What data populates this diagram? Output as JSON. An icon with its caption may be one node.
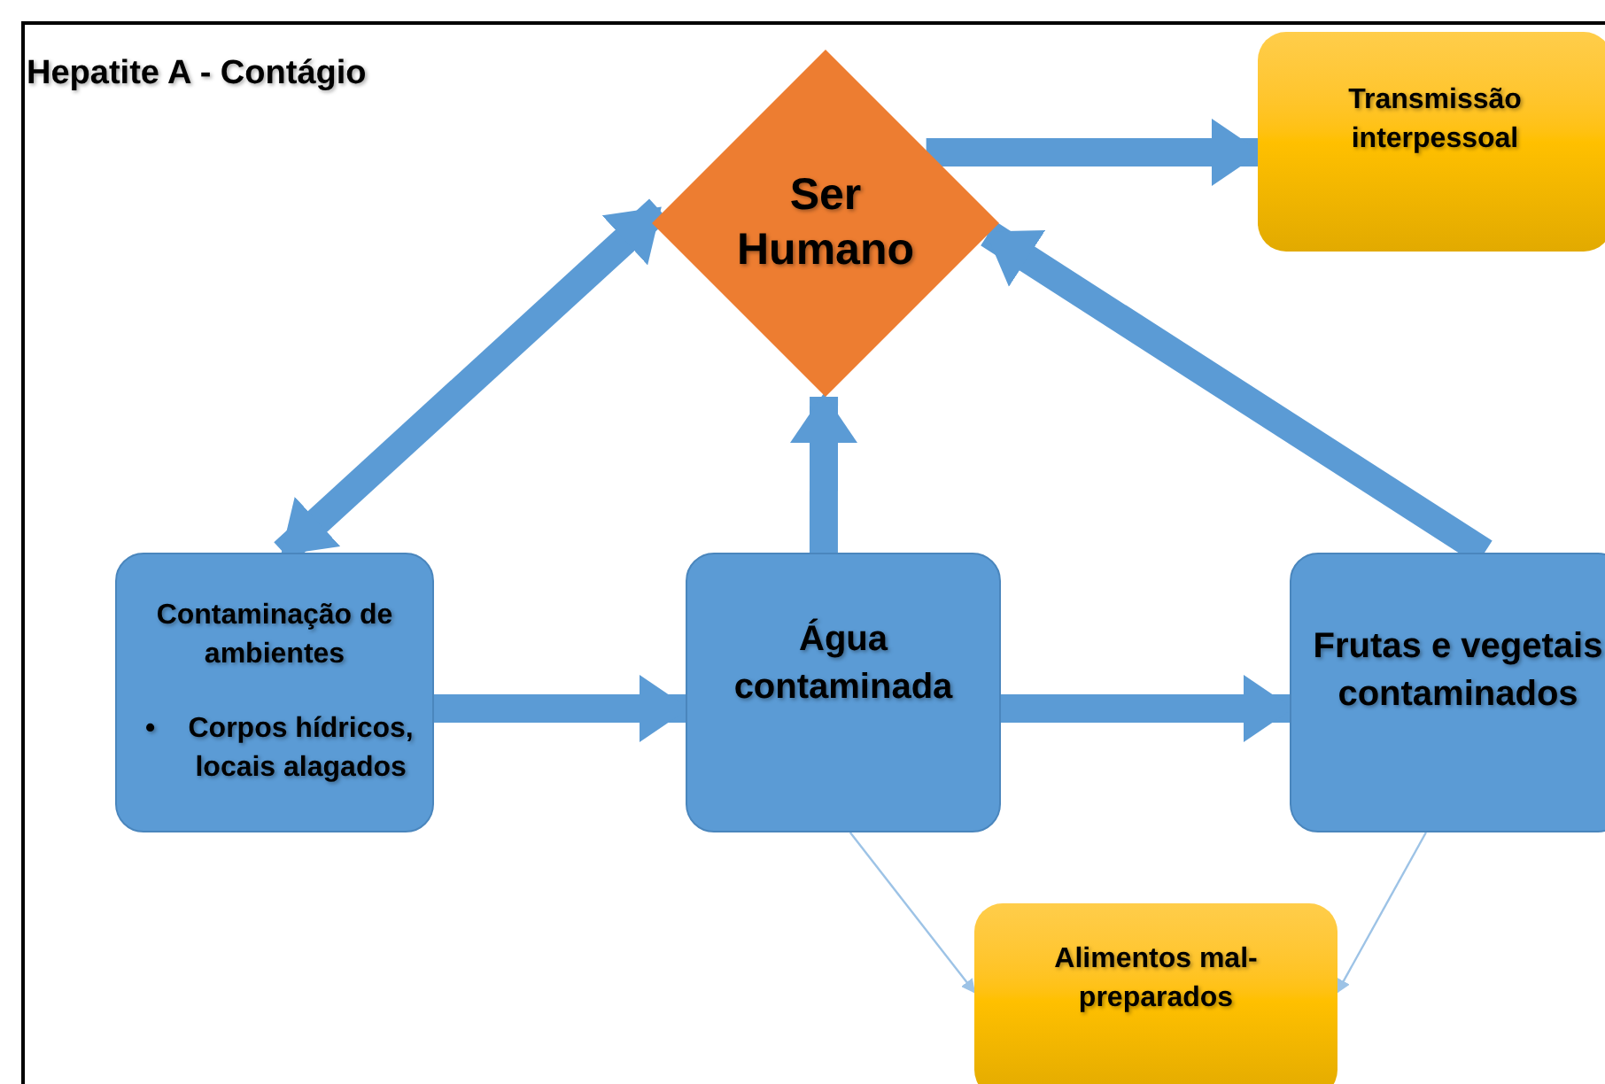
{
  "diagram": {
    "title": "Hepatite A - Contágio",
    "nodes": [
      {
        "text": [
          "Ser Humano"
        ]
      },
      {
        "text": [
          "Transmissão interpessoal"
        ]
      },
      {
        "text": [
          "Contaminação de ambientes",
          "•",
          "Corpos hídricos, locais alagados"
        ]
      },
      {
        "text": [
          "Água contaminada"
        ]
      },
      {
        "text": [
          "Frutas e vegetais contaminados"
        ]
      },
      {
        "text": [
          "Alimentos mal-preparados"
        ]
      }
    ],
    "edges": [
      {
        "from": 2,
        "to": 0,
        "arrow": "both"
      },
      {
        "from": 0,
        "to": 1,
        "arrow": "to"
      },
      {
        "from": 3,
        "to": 0,
        "arrow": "to"
      },
      {
        "from": 4,
        "to": 0,
        "arrow": "to"
      },
      {
        "from": 2,
        "to": 3,
        "arrow": "to"
      },
      {
        "from": 3,
        "to": 4,
        "arrow": "to"
      },
      {
        "from": 3,
        "to": 5,
        "arrow": "to",
        "color": "#9dc3e6"
      },
      {
        "from": 4,
        "to": 5,
        "arrow": "to",
        "color": "#9dc3e6"
      }
    ]
  }
}
